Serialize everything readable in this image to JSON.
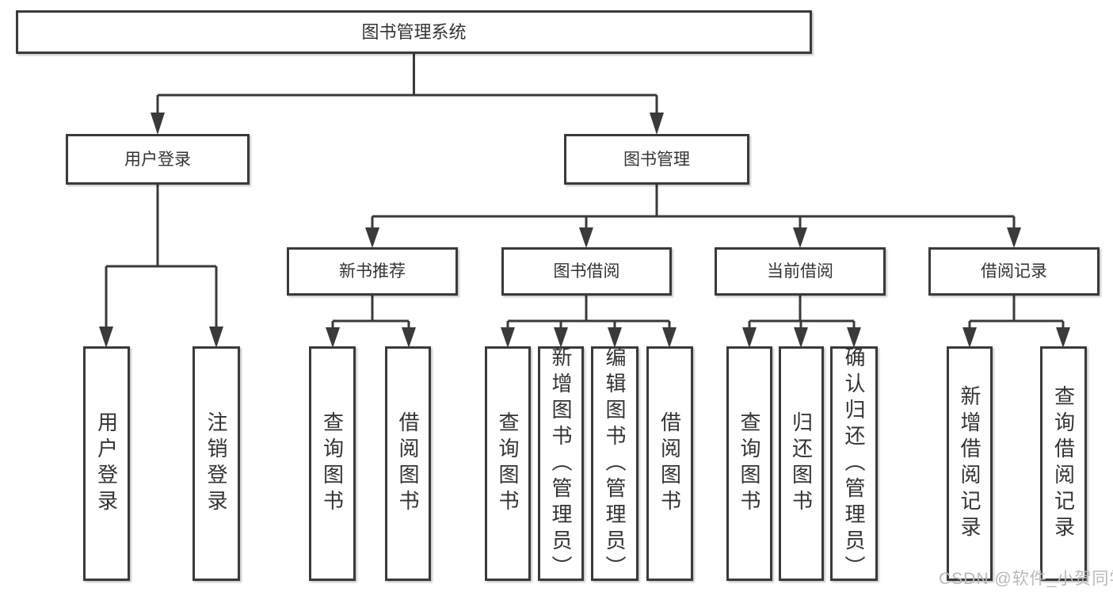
{
  "tree": {
    "root": {
      "label": "图书管理系统"
    },
    "branches": [
      {
        "label": "用户登录",
        "children": [
          {
            "label": "用户登录"
          },
          {
            "label": "注销登录"
          }
        ]
      },
      {
        "label": "图书管理",
        "children": [
          {
            "label": "新书推荐",
            "children": [
              {
                "label": "查询图书"
              },
              {
                "label": "借阅图书"
              }
            ]
          },
          {
            "label": "图书借阅",
            "children": [
              {
                "label": "查询图书"
              },
              {
                "label": "新增图书（管理员）"
              },
              {
                "label": "编辑图书（管理员）"
              },
              {
                "label": "借阅图书"
              }
            ]
          },
          {
            "label": "当前借阅",
            "children": [
              {
                "label": "查询图书"
              },
              {
                "label": "归还图书"
              },
              {
                "label": "确认归还（管理员）"
              }
            ]
          },
          {
            "label": "借阅记录",
            "children": [
              {
                "label": "新增借阅记录"
              },
              {
                "label": "查询借阅记录"
              }
            ]
          }
        ]
      }
    ]
  },
  "watermark": {
    "text": "CSDN @软件_小贺同学"
  },
  "colors": {
    "line": "#3a3a3a",
    "box_border": "#3a3a3a",
    "box_background": "#ffffff",
    "text": "#333333",
    "watermark": "#b9b9b9",
    "background": "#ffffff"
  }
}
